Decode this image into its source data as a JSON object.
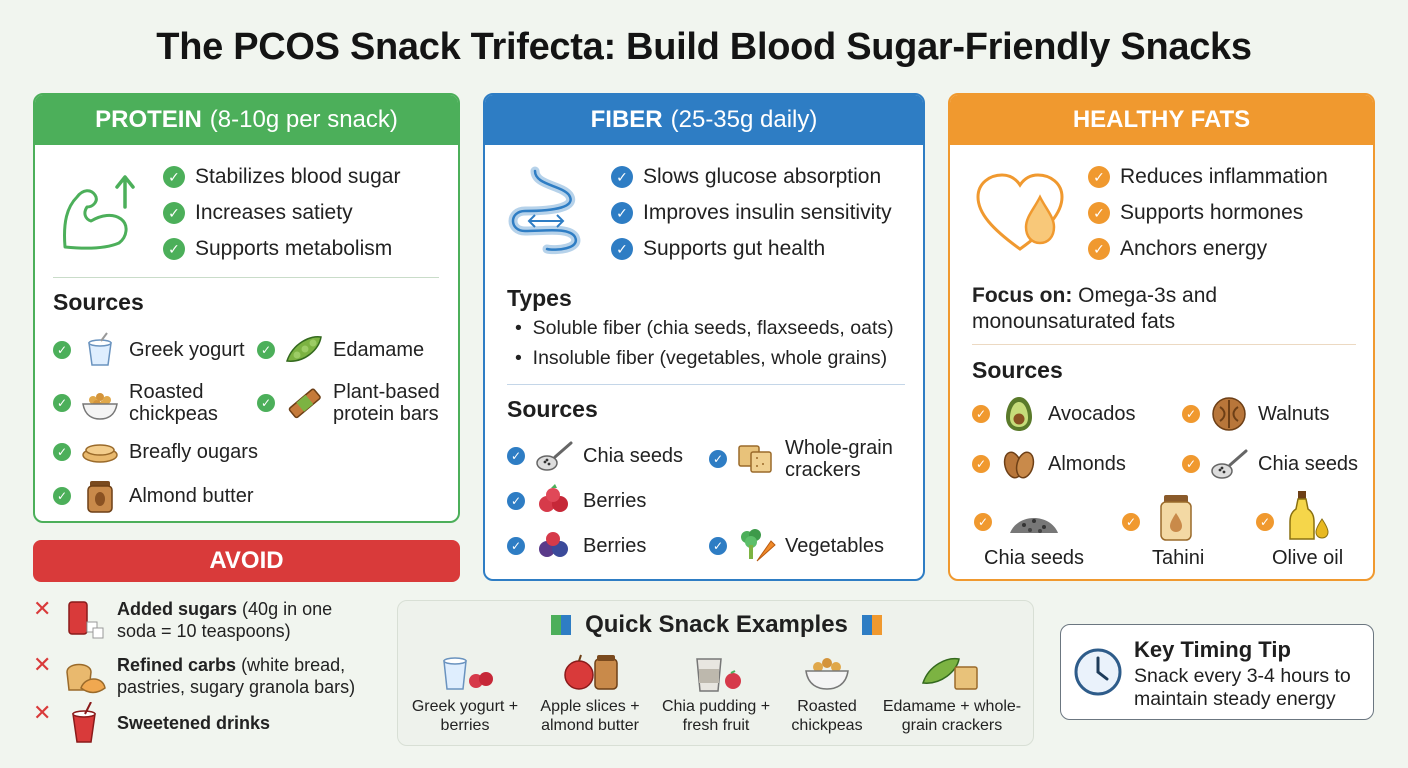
{
  "title": "The PCOS Snack Trifecta: Build Blood Sugar-Friendly Snacks",
  "protein": {
    "heading": "PROTEIN",
    "subheading": "(8-10g per snack)",
    "benefits": [
      "Stabilizes blood sugar",
      "Increases satiety",
      "Supports metabolism"
    ],
    "sources_heading": "Sources",
    "sources": [
      "Greek yogurt",
      "Edamame",
      "Roasted chickpeas",
      "Plant-based protein bars",
      "Breafly ougars",
      "Almond butter"
    ]
  },
  "fiber": {
    "heading": "FIBER",
    "subheading": "(25-35g daily)",
    "benefits": [
      "Slows glucose absorption",
      "Improves insulin sensitivity",
      "Supports gut health"
    ],
    "types_heading": "Types",
    "types": [
      "Soluble fiber (chia seeds, flaxseeds, oats)",
      "Insoluble fiber (vegetables, whole grains)"
    ],
    "sources_heading": "Sources",
    "sources": [
      "Chia seeds",
      "Whole-grain crackers",
      "Berries",
      "Berries",
      "Vegetables"
    ]
  },
  "fats": {
    "heading": "HEALTHY FATS",
    "benefits": [
      "Reduces inflammation",
      "Supports hormones",
      "Anchors energy"
    ],
    "focus_label": "Focus on:",
    "focus_text": "Omega-3s and monounsaturated fats",
    "sources_heading": "Sources",
    "sources": [
      "Avocados",
      "Walnuts",
      "Almonds",
      "Chia seeds",
      "Chia seeds",
      "Tahini",
      "Olive oil"
    ]
  },
  "avoid": {
    "heading": "AVOID",
    "items": [
      {
        "bold": "Added sugars",
        "rest": "(40g in one soda = 10 teaspoons)"
      },
      {
        "bold": "Refined carbs",
        "rest": "(white bread, pastries, sugary granola bars)"
      },
      {
        "bold": "Sweetened drinks",
        "rest": ""
      }
    ]
  },
  "quick": {
    "heading": "Quick Snack Examples",
    "items": [
      "Greek yogurt + berries",
      "Apple slices + almond butter",
      "Chia pudding + fresh fruit",
      "Roasted chickpeas",
      "Edamame + whole-grain crackers"
    ]
  },
  "tip": {
    "heading": "Key Timing Tip",
    "text": "Snack every 3-4 hours to maintain steady energy"
  },
  "colors": {
    "protein": "#4caf5a",
    "fiber": "#2e7dc4",
    "fats": "#f0992f",
    "avoid": "#d93a3a"
  }
}
